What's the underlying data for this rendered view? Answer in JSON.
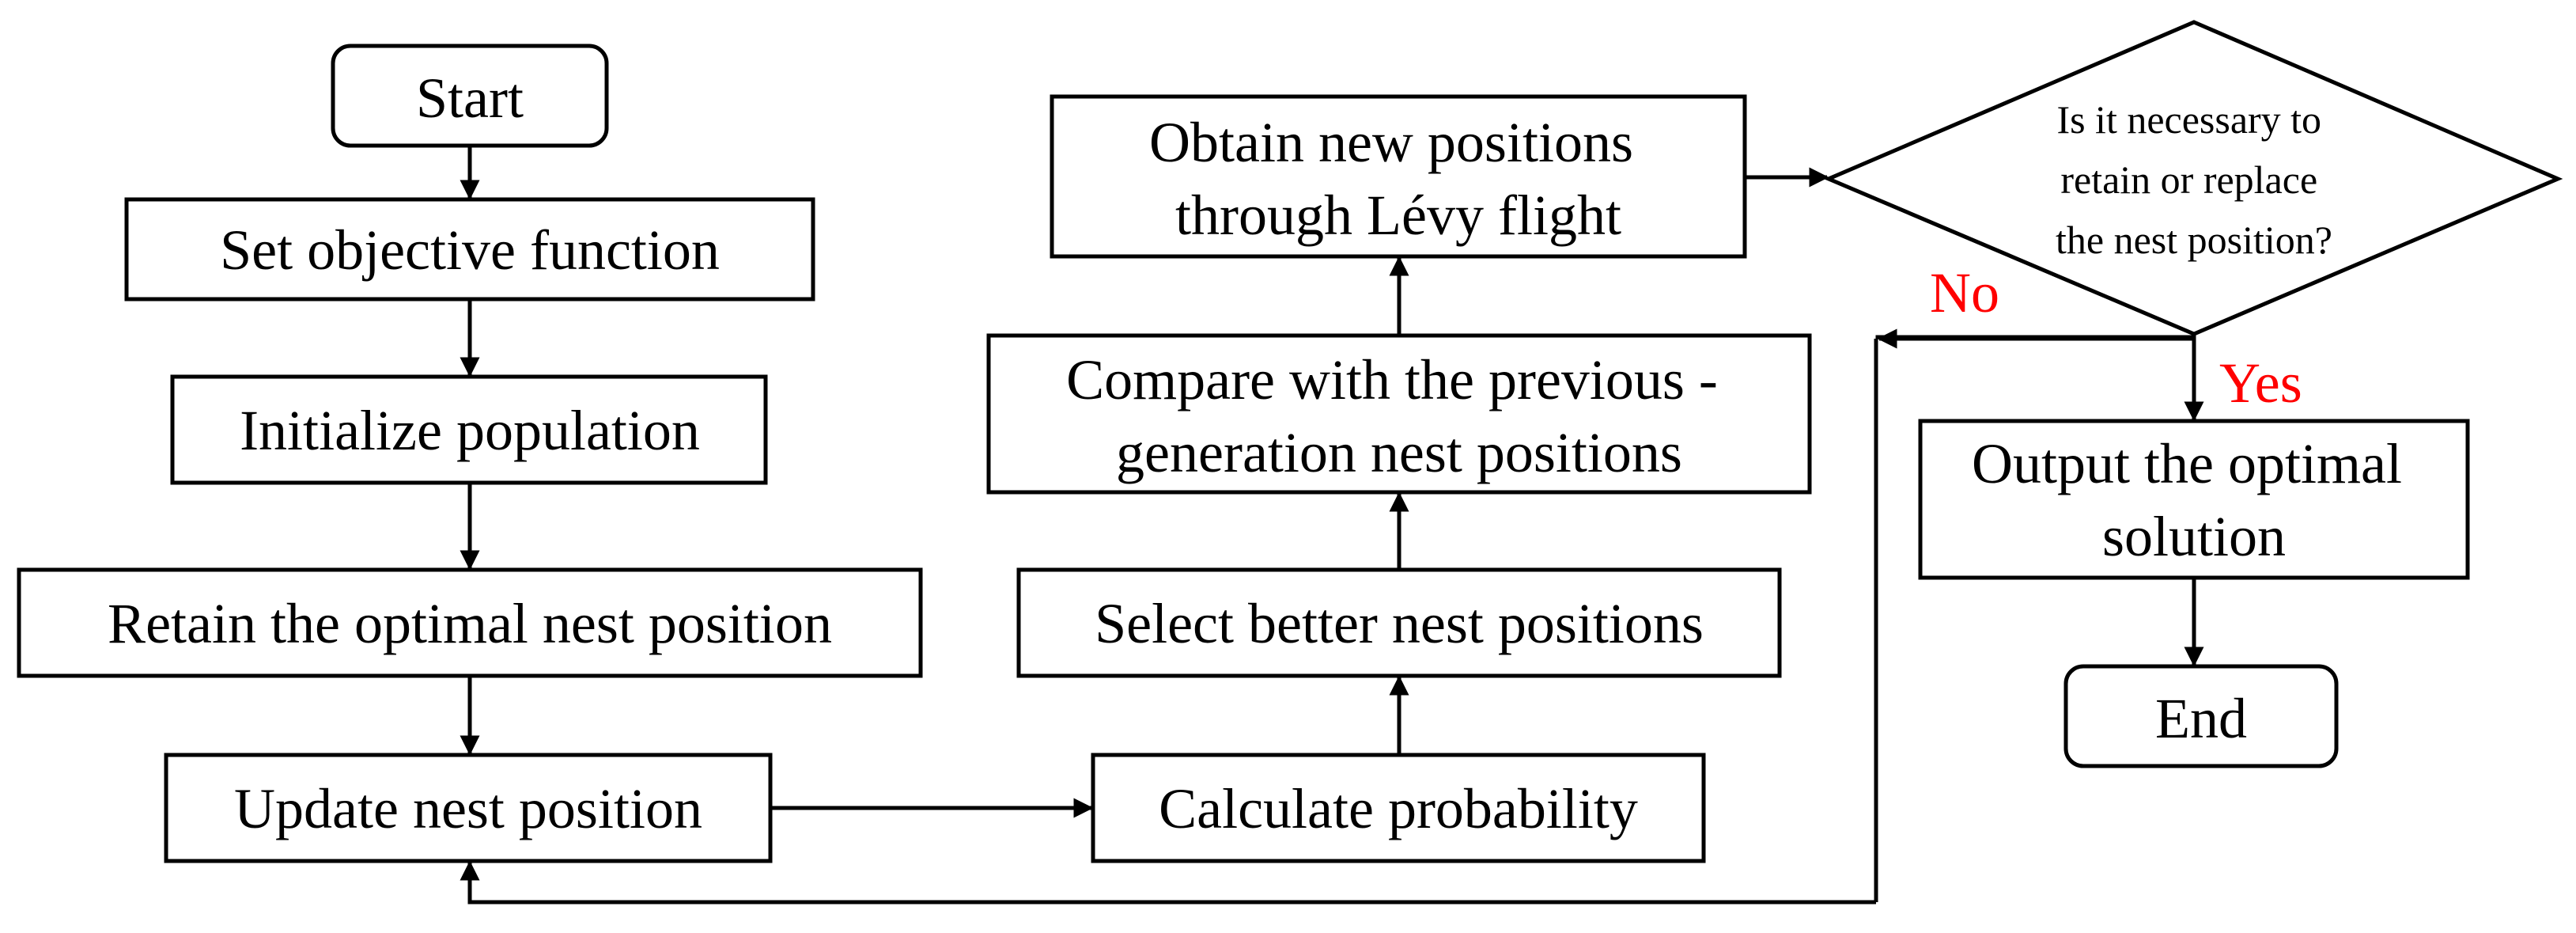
{
  "nodes": {
    "start": {
      "lines": [
        "Start"
      ]
    },
    "set_objective": {
      "lines": [
        "Set objective function"
      ]
    },
    "initialize": {
      "lines": [
        "Initialize population"
      ]
    },
    "retain_optimal": {
      "lines": [
        "Retain the optimal nest position"
      ]
    },
    "update_nest": {
      "lines": [
        "Update nest position"
      ]
    },
    "calc_probability": {
      "lines": [
        "Calculate probability"
      ]
    },
    "select_better": {
      "lines": [
        "Select better nest positions"
      ]
    },
    "compare": {
      "lines": [
        "Compare with the previous -",
        "generation nest positions"
      ]
    },
    "levy": {
      "lines": [
        "Obtain new positions",
        "through Lévy flight"
      ]
    },
    "decision": {
      "lines": [
        "Is it necessary  to",
        "retain or replace",
        "the nest position?"
      ]
    },
    "output": {
      "lines": [
        "Output the optimal",
        "solution"
      ]
    },
    "end": {
      "lines": [
        "End"
      ]
    }
  },
  "edge_labels": {
    "no": "No",
    "yes": "Yes"
  },
  "colors": {
    "line": "#000000",
    "label_red": "#ff0000"
  }
}
